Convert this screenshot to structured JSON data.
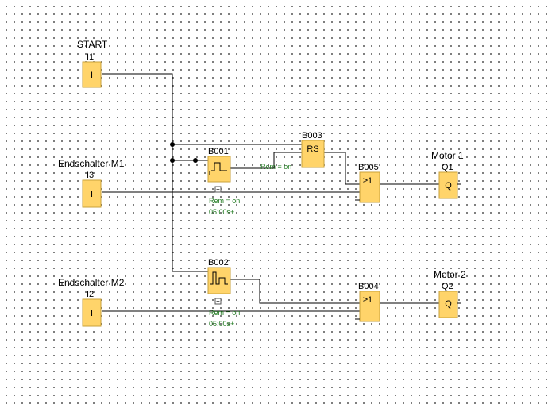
{
  "inputs": {
    "i1": {
      "title": "START",
      "id": "I1",
      "symbol": "I"
    },
    "i3": {
      "title": "Endschalter M1",
      "id": "I3",
      "symbol": "I"
    },
    "i2": {
      "title": "Endschalter M2",
      "id": "I2",
      "symbol": "I"
    }
  },
  "outputs": {
    "q1": {
      "title": "Motor 1",
      "id": "Q1",
      "symbol": "Q"
    },
    "q2": {
      "title": "Motor 2",
      "id": "Q2",
      "symbol": "Q"
    }
  },
  "blocks": {
    "b001": {
      "id": "B001",
      "param_rem": "Rem = on",
      "param_time": "05:00s+",
      "expand": "+"
    },
    "b002": {
      "id": "B002",
      "param_rem": "Rem = on",
      "param_time": "05:00s+",
      "expand": "+"
    },
    "b003": {
      "id": "B003",
      "symbol": "RS",
      "param_rem": "Rem = on"
    },
    "b004": {
      "id": "B004",
      "symbol": "≥1"
    },
    "b005": {
      "id": "B005",
      "symbol": "≥1"
    }
  },
  "colors": {
    "block_fill": "#ffd46a",
    "param_text": "#1f7a1f"
  }
}
